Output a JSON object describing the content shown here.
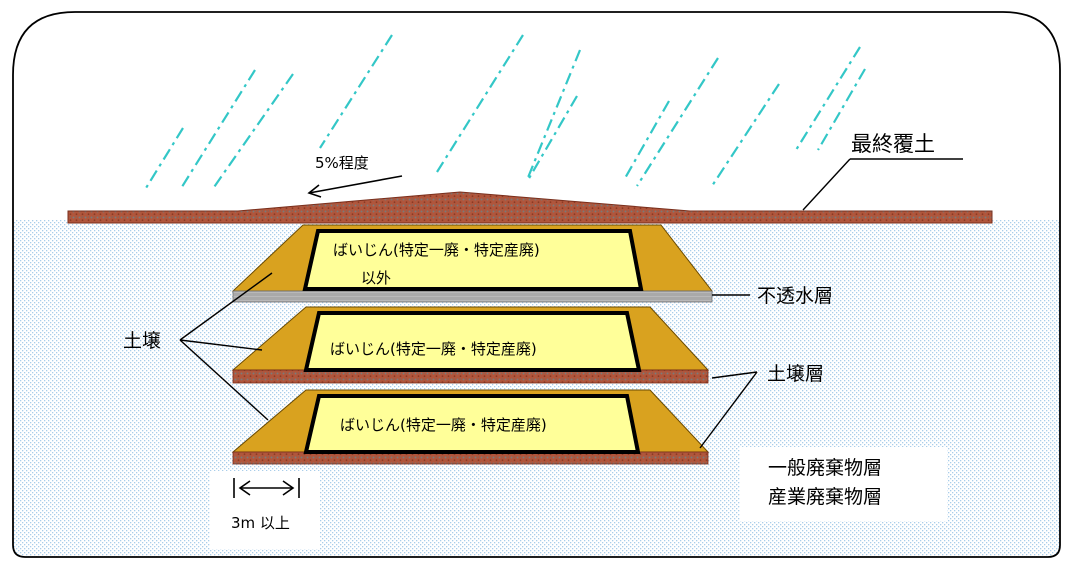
{
  "labels": {
    "final_cover": "最終覆土",
    "slope": "5%程度",
    "layer1_line1": "ばいじん(特定一廃・特定産廃)",
    "layer1_line2": "以外",
    "layer2": "ばいじん(特定一廃・特定産廃)",
    "layer3": "ばいじん(特定一廃・特定産廃)",
    "impermeable": "不透水層",
    "soil": "土壌",
    "soil_layer": "土壌層",
    "general_waste": "一般廃棄物層",
    "industrial_waste": "産業廃棄物層",
    "width": "3m 以上"
  },
  "colors": {
    "frame": "#000000",
    "landfill_dot": "#9ec4e6",
    "rain": "#33c7c7",
    "soil_brown": "#a5543a",
    "soil_dot": "#6b6b6b",
    "mound_gold": "#d79b1c",
    "inner_yellow": "#ffff99",
    "impermeable_gray": "#a8a8a8"
  }
}
